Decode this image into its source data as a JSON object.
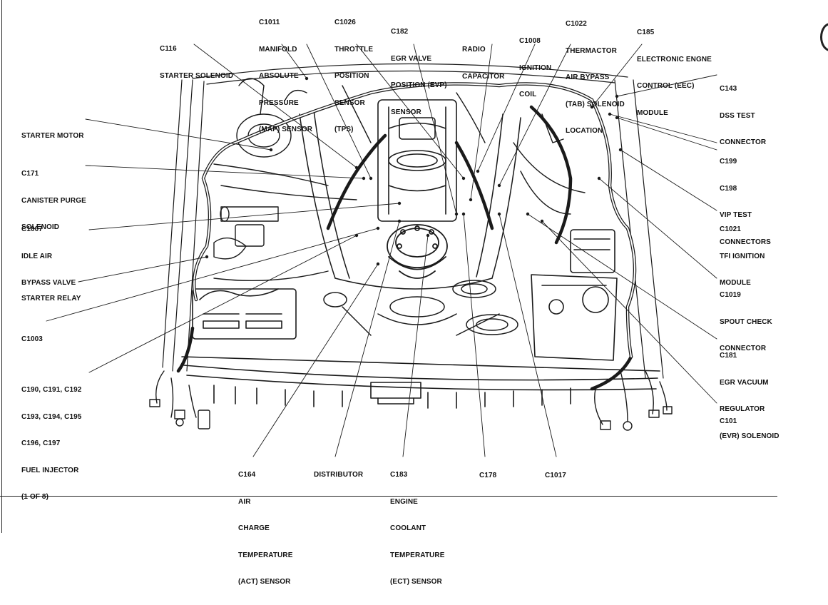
{
  "diagram": {
    "labels": [
      {
        "id": "c116",
        "lines": [
          "C116",
          "STARTER SOLENOID"
        ]
      },
      {
        "id": "c1011",
        "lines": [
          "C1011",
          "MANIFOLD",
          "ABSOLUTE",
          "PRESSURE",
          "(MAP) SENSOR"
        ]
      },
      {
        "id": "c1026",
        "lines": [
          "C1026",
          "THROTTLE",
          "POSITION",
          "SENSOR",
          "(TPS)"
        ]
      },
      {
        "id": "c182",
        "lines": [
          "C182",
          "EGR VALVE",
          "POSITION (EVP)",
          "SENSOR"
        ]
      },
      {
        "id": "radio",
        "lines": [
          "RADIO",
          "CAPACITOR"
        ]
      },
      {
        "id": "c1008",
        "lines": [
          "C1008",
          "IGNITION",
          "COIL"
        ]
      },
      {
        "id": "c1022",
        "lines": [
          "C1022",
          "THERMACTOR",
          "AIR BYPASS",
          "(TAB) SOLENOID",
          "LOCATION"
        ]
      },
      {
        "id": "c185",
        "lines": [
          "C185",
          "ELECTRONIC ENGNE",
          "CONTROL (EEC)",
          "MODULE"
        ]
      },
      {
        "id": "c143",
        "lines": [
          "C143",
          "DSS TEST",
          "CONNECTOR"
        ]
      },
      {
        "id": "starter_motor",
        "lines": [
          "STARTER MOTOR"
        ]
      },
      {
        "id": "c171",
        "lines": [
          "C171",
          "CANISTER PURGE",
          "SOLENOID"
        ]
      },
      {
        "id": "c199",
        "lines": [
          "C199",
          "C198",
          "VIP TEST",
          "CONNECTORS"
        ]
      },
      {
        "id": "c1007",
        "lines": [
          "C1007",
          "IDLE AIR",
          "BYPASS VALVE"
        ]
      },
      {
        "id": "c1021",
        "lines": [
          "C1021",
          "TFI IGNITION",
          "MODULE"
        ]
      },
      {
        "id": "starter_relay",
        "lines": [
          "STARTER RELAY"
        ]
      },
      {
        "id": "c1019",
        "lines": [
          "C1019",
          "SPOUT CHECK",
          "CONNECTOR"
        ]
      },
      {
        "id": "c1003",
        "lines": [
          "C1003"
        ]
      },
      {
        "id": "c181",
        "lines": [
          "C181",
          "EGR VACUUM",
          "REGULATOR",
          "(EVR) SOLENOID"
        ]
      },
      {
        "id": "c190",
        "lines": [
          "C190, C191, C192",
          "C193, C194, C195",
          "C196, C197",
          "FUEL INJECTOR",
          "(1 OF 8)"
        ]
      },
      {
        "id": "c101",
        "lines": [
          "C101"
        ]
      },
      {
        "id": "c164",
        "lines": [
          "C164",
          "AIR",
          "CHARGE",
          "TEMPERATURE",
          "(ACT) SENSOR"
        ]
      },
      {
        "id": "distributor",
        "lines": [
          "DISTRIBUTOR"
        ]
      },
      {
        "id": "c183",
        "lines": [
          "C183",
          "ENGINE",
          "COOLANT",
          "TEMPERATURE",
          "(ECT) SENSOR"
        ]
      },
      {
        "id": "c178",
        "lines": [
          "C178"
        ]
      },
      {
        "id": "c1017",
        "lines": [
          "C1017"
        ]
      }
    ]
  }
}
